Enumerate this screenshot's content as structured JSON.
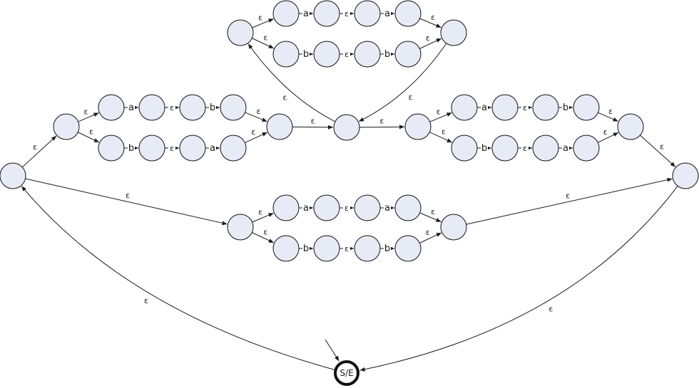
{
  "colors": {
    "state_fill": "#e6ebf5",
    "state_stroke": "#111111",
    "edge": "#1a1a1a"
  },
  "labels": {
    "epsilon": "ε",
    "a": "a",
    "b": "b",
    "start_end": "S/E"
  },
  "states": [
    {
      "id": "L0"
    },
    {
      "id": "G1a"
    },
    {
      "id": "G1u1"
    },
    {
      "id": "G1u2"
    },
    {
      "id": "G1u3"
    },
    {
      "id": "G1u4"
    },
    {
      "id": "G1d1"
    },
    {
      "id": "G1d2"
    },
    {
      "id": "G1d3"
    },
    {
      "id": "G1d4"
    },
    {
      "id": "G1z"
    },
    {
      "id": "M"
    },
    {
      "id": "G2a"
    },
    {
      "id": "G2u1"
    },
    {
      "id": "G2u2"
    },
    {
      "id": "G2u3"
    },
    {
      "id": "G2u4"
    },
    {
      "id": "G2d1"
    },
    {
      "id": "G2d2"
    },
    {
      "id": "G2d3"
    },
    {
      "id": "G2d4"
    },
    {
      "id": "G2z"
    },
    {
      "id": "G3a"
    },
    {
      "id": "G3u1"
    },
    {
      "id": "G3u2"
    },
    {
      "id": "G3u3"
    },
    {
      "id": "G3u4"
    },
    {
      "id": "G3d1"
    },
    {
      "id": "G3d2"
    },
    {
      "id": "G3d3"
    },
    {
      "id": "G3d4"
    },
    {
      "id": "G3z"
    },
    {
      "id": "R0"
    },
    {
      "id": "G4a"
    },
    {
      "id": "G4u1"
    },
    {
      "id": "G4u2"
    },
    {
      "id": "G4u3"
    },
    {
      "id": "G4u4"
    },
    {
      "id": "G4d1"
    },
    {
      "id": "G4d2"
    },
    {
      "id": "G4d3"
    },
    {
      "id": "G4d4"
    },
    {
      "id": "G4z"
    },
    {
      "id": "SE",
      "label": "S/E",
      "final": true
    }
  ],
  "transitions": [
    {
      "from": "L0",
      "to": "G1a",
      "label": "ε"
    },
    {
      "from": "G1a",
      "to": "G1u1",
      "label": "ε"
    },
    {
      "from": "G1u1",
      "to": "G1u2",
      "label": "a"
    },
    {
      "from": "G1u2",
      "to": "G1u3",
      "label": "ε"
    },
    {
      "from": "G1u3",
      "to": "G1u4",
      "label": "b"
    },
    {
      "from": "G1u4",
      "to": "G1z",
      "label": "ε"
    },
    {
      "from": "G1a",
      "to": "G1d1",
      "label": "ε"
    },
    {
      "from": "G1d1",
      "to": "G1d2",
      "label": "b"
    },
    {
      "from": "G1d2",
      "to": "G1d3",
      "label": "ε"
    },
    {
      "from": "G1d3",
      "to": "G1d4",
      "label": "a"
    },
    {
      "from": "G1d4",
      "to": "G1z",
      "label": "ε"
    },
    {
      "from": "G1z",
      "to": "M",
      "label": "ε"
    },
    {
      "from": "M",
      "to": "G2a",
      "label": "ε"
    },
    {
      "from": "G2a",
      "to": "G2u1",
      "label": "ε"
    },
    {
      "from": "G2u1",
      "to": "G2u2",
      "label": "a"
    },
    {
      "from": "G2u2",
      "to": "G2u3",
      "label": "ε"
    },
    {
      "from": "G2u3",
      "to": "G2u4",
      "label": "a"
    },
    {
      "from": "G2u4",
      "to": "G2z",
      "label": "ε"
    },
    {
      "from": "G2a",
      "to": "G2d1",
      "label": "ε"
    },
    {
      "from": "G2d1",
      "to": "G2d2",
      "label": "b"
    },
    {
      "from": "G2d2",
      "to": "G2d3",
      "label": "ε"
    },
    {
      "from": "G2d3",
      "to": "G2d4",
      "label": "b"
    },
    {
      "from": "G2d4",
      "to": "G2z",
      "label": "ε"
    },
    {
      "from": "G2z",
      "to": "M",
      "label": "ε"
    },
    {
      "from": "M",
      "to": "G3a",
      "label": "ε"
    },
    {
      "from": "G3a",
      "to": "G3u1",
      "label": "ε"
    },
    {
      "from": "G3u1",
      "to": "G3u2",
      "label": "a"
    },
    {
      "from": "G3u2",
      "to": "G3u3",
      "label": "ε"
    },
    {
      "from": "G3u3",
      "to": "G3u4",
      "label": "b"
    },
    {
      "from": "G3u4",
      "to": "G3z",
      "label": "ε"
    },
    {
      "from": "G3a",
      "to": "G3d1",
      "label": "ε"
    },
    {
      "from": "G3d1",
      "to": "G3d2",
      "label": "b"
    },
    {
      "from": "G3d2",
      "to": "G3d3",
      "label": "ε"
    },
    {
      "from": "G3d3",
      "to": "G3d4",
      "label": "a"
    },
    {
      "from": "G3d4",
      "to": "G3z",
      "label": "ε"
    },
    {
      "from": "G3z",
      "to": "R0",
      "label": "ε"
    },
    {
      "from": "L0",
      "to": "G4a",
      "label": "ε"
    },
    {
      "from": "G4a",
      "to": "G4u1",
      "label": "ε"
    },
    {
      "from": "G4u1",
      "to": "G4u2",
      "label": "a"
    },
    {
      "from": "G4u2",
      "to": "G4u3",
      "label": "ε"
    },
    {
      "from": "G4u3",
      "to": "G4u4",
      "label": "a"
    },
    {
      "from": "G4u4",
      "to": "G4z",
      "label": "ε"
    },
    {
      "from": "G4a",
      "to": "G4d1",
      "label": "ε"
    },
    {
      "from": "G4d1",
      "to": "G4d2",
      "label": "b"
    },
    {
      "from": "G4d2",
      "to": "G4d3",
      "label": "ε"
    },
    {
      "from": "G4d3",
      "to": "G4d4",
      "label": "b"
    },
    {
      "from": "G4d4",
      "to": "G4z",
      "label": "ε"
    },
    {
      "from": "G4z",
      "to": "R0",
      "label": "ε"
    },
    {
      "from": "R0",
      "to": "SE",
      "label": "ε"
    },
    {
      "from": "SE",
      "to": "L0",
      "label": "ε"
    }
  ],
  "start_state": "SE"
}
